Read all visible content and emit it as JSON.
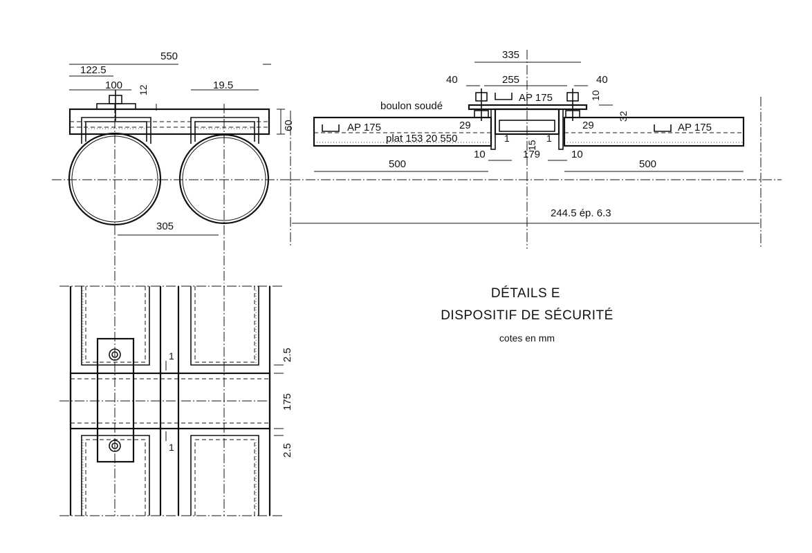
{
  "title": {
    "line1": "DÉTAILS E",
    "line2": "DISPOSITIF DE SÉCURITÉ",
    "units": "cotes en mm"
  },
  "left_view": {
    "dims": {
      "d550": "550",
      "d122_5": "122.5",
      "d100": "100",
      "d12": "12",
      "d19_5": "19.5",
      "d60": "60",
      "d305": "305"
    }
  },
  "right_view": {
    "dims": {
      "d335": "335",
      "d40_left": "40",
      "d255": "255",
      "d40_right": "40",
      "d10_top": "10",
      "d32": "32",
      "d29_left": "29",
      "d29_right": "29",
      "d1_left": "1",
      "d1_right": "1",
      "d15": "15",
      "d179": "179",
      "d10_left": "10",
      "d10_right": "10",
      "d500_left": "500",
      "d500_right": "500",
      "pipe": "244.5 ép. 6.3"
    },
    "labels": {
      "boulon": "boulon soudé",
      "ap_top": "AP 175",
      "ap_left": "AP 175",
      "ap_right": "AP 175",
      "plat": "plat 153  20  550"
    }
  },
  "plan_view": {
    "dims": {
      "d2_5_top": "2.5",
      "d175": "175",
      "d2_5_bottom": "2.5",
      "d1_top": "1",
      "d1_bottom": "1"
    }
  }
}
